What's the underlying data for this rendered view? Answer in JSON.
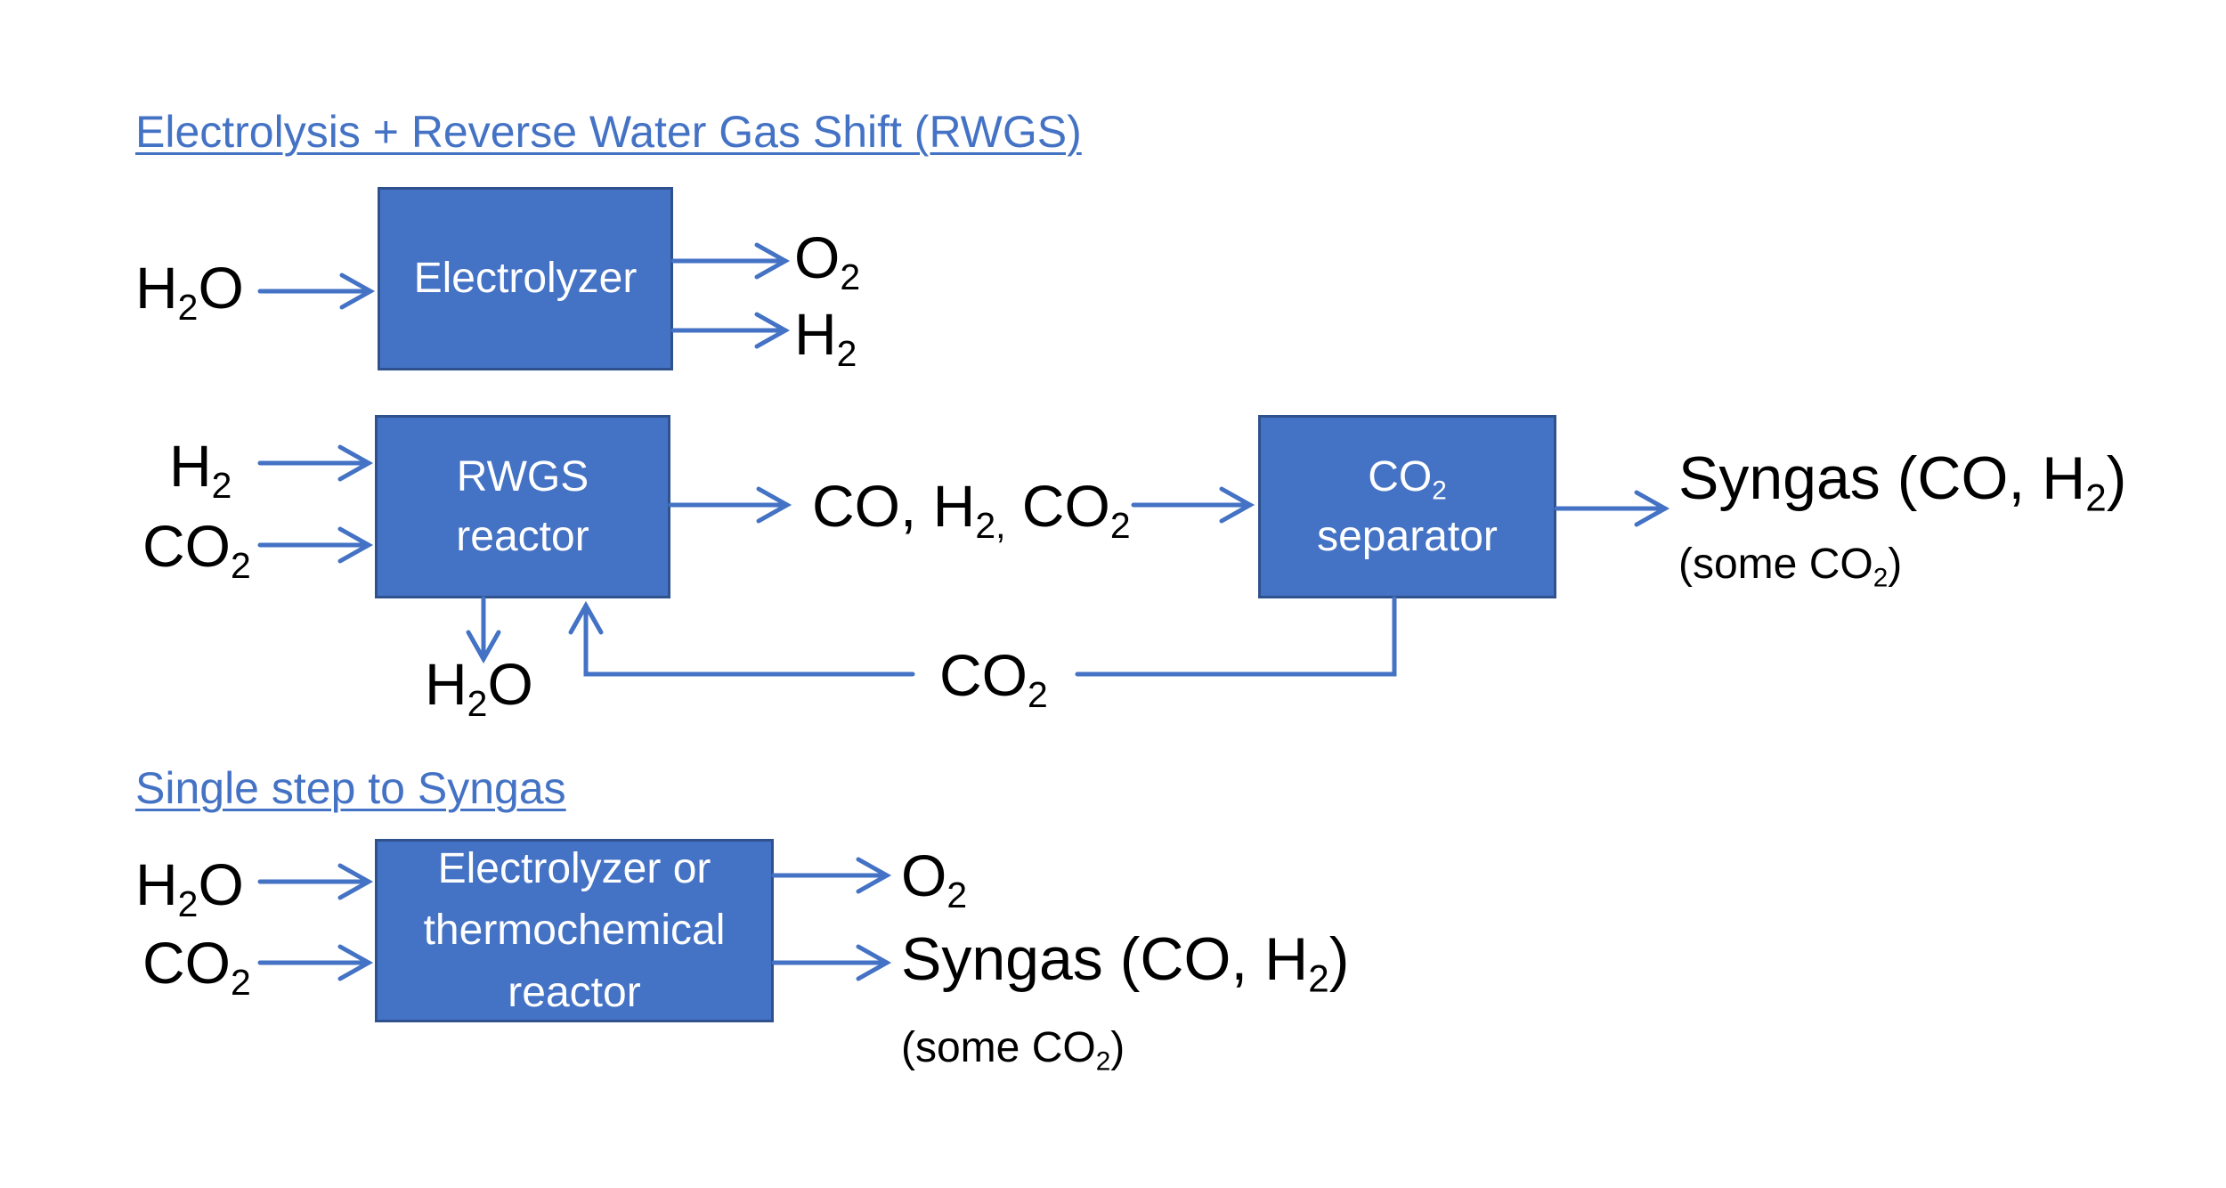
{
  "section1": {
    "title": "Electrolysis + Reverse Water Gas Shift (RWGS)"
  },
  "section2": {
    "title": "Single step to Syngas"
  },
  "boxes": {
    "electrolyzer": {
      "lines": [
        "Electrolyzer"
      ]
    },
    "rwgs_reactor": {
      "lines": [
        "RWGS",
        "reactor"
      ]
    },
    "co2_separator": {
      "line1_main": "CO",
      "line1_sub": "2",
      "line2": "separator"
    },
    "single_reactor": {
      "lines": [
        "Electrolyzer or",
        "thermochemical",
        "reactor"
      ]
    }
  },
  "labels": {
    "h2o_in_1": {
      "main": "H",
      "sub": "2",
      "tail": "O"
    },
    "o2_out_1": {
      "main": "O",
      "sub": "2"
    },
    "h2_out_1": {
      "main": "H",
      "sub": "2"
    },
    "h2_in_2": {
      "main": "H",
      "sub": "2"
    },
    "co2_in_2": {
      "main": "CO",
      "sub": "2"
    },
    "mixture": {
      "a": "CO, H",
      "a_sub": "2,",
      "b": " CO",
      "b_sub": "2"
    },
    "syngas_out_2": {
      "main": "Syngas (CO, H",
      "sub": "2",
      "tail": ")"
    },
    "some_co2_2": {
      "main": "(some CO",
      "sub": "2",
      "tail": ")"
    },
    "h2o_out_2": {
      "main": "H",
      "sub": "2",
      "tail": "O"
    },
    "co2_recycle": {
      "main": "CO",
      "sub": "2"
    },
    "h2o_in_3": {
      "main": "H",
      "sub": "2",
      "tail": "O"
    },
    "co2_in_3": {
      "main": "CO",
      "sub": "2"
    },
    "o2_out_3": {
      "main": "O",
      "sub": "2"
    },
    "syngas_out_3": {
      "main": "Syngas (CO, H",
      "sub": "2",
      "tail": ")"
    },
    "some_co2_3": {
      "main": "(some CO",
      "sub": "2",
      "tail": ")"
    }
  },
  "colors": {
    "accent": "#4472c4",
    "box_border": "#2f528f",
    "box_text": "#ffffff"
  }
}
